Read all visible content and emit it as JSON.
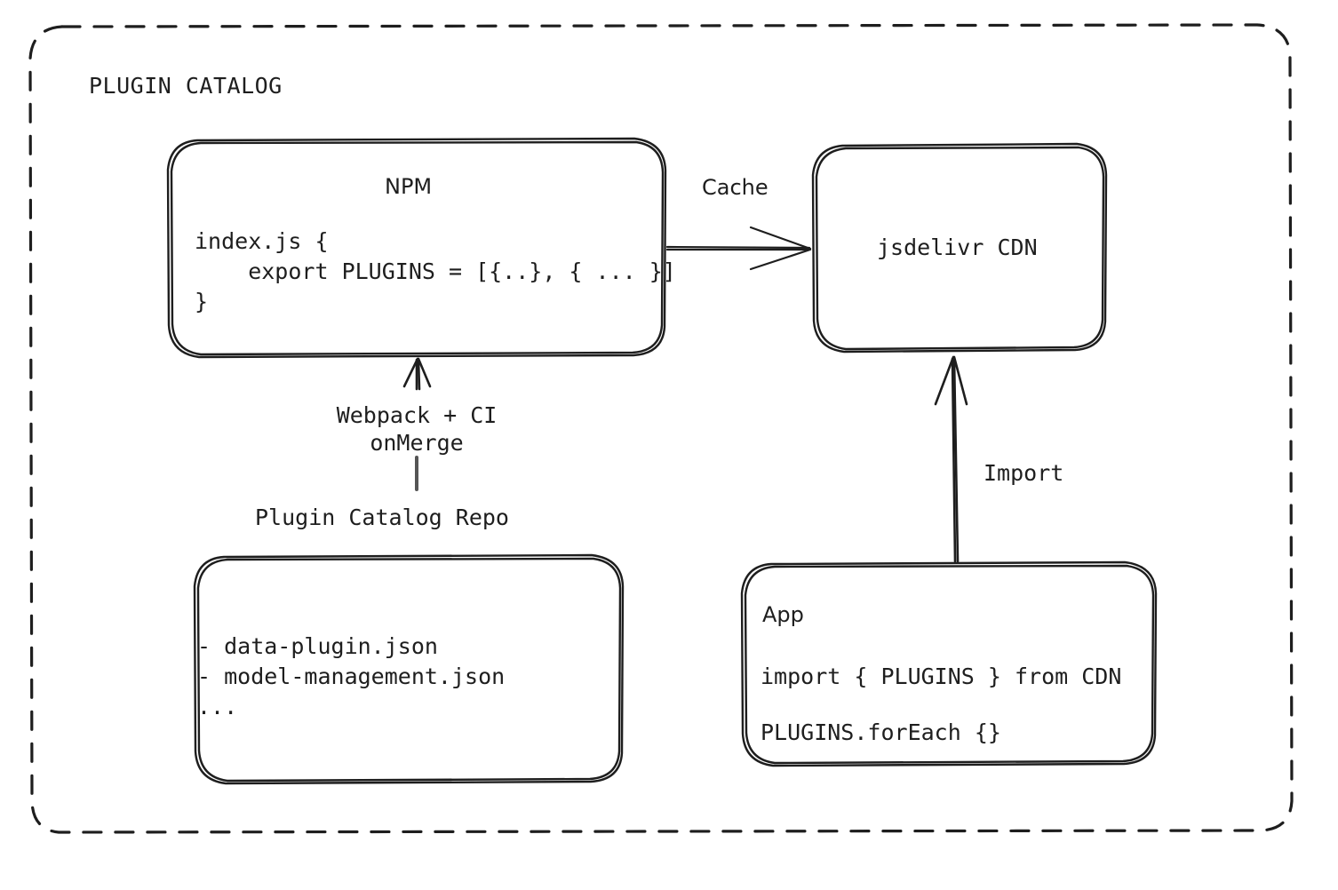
{
  "diagram": {
    "type": "architecture-flow",
    "group": {
      "title": "PLUGIN CATALOG"
    },
    "nodes": {
      "npm": {
        "title": "NPM",
        "code_lines": [
          "index.js {",
          "    export PLUGINS = [{..}, { ... }]",
          "}"
        ]
      },
      "cdn": {
        "title": "jsdelivr CDN"
      },
      "repo": {
        "caption": "Plugin Catalog Repo",
        "file_lines": [
          "- data-plugin.json",
          "- model-management.json",
          "..."
        ]
      },
      "app": {
        "title": "App",
        "code_lines": [
          "import { PLUGINS } from CDN",
          "PLUGINS.forEach {}"
        ]
      }
    },
    "edges": {
      "npm_to_cdn": {
        "label": "Cache"
      },
      "repo_to_npm": {
        "label_line1": "Webpack + CI",
        "label_line2": "onMerge"
      },
      "app_to_cdn": {
        "label": "Import"
      }
    },
    "colors": {
      "stroke": "#1e1e1e",
      "background": "#ffffff",
      "text": "#1e1e1e"
    }
  }
}
